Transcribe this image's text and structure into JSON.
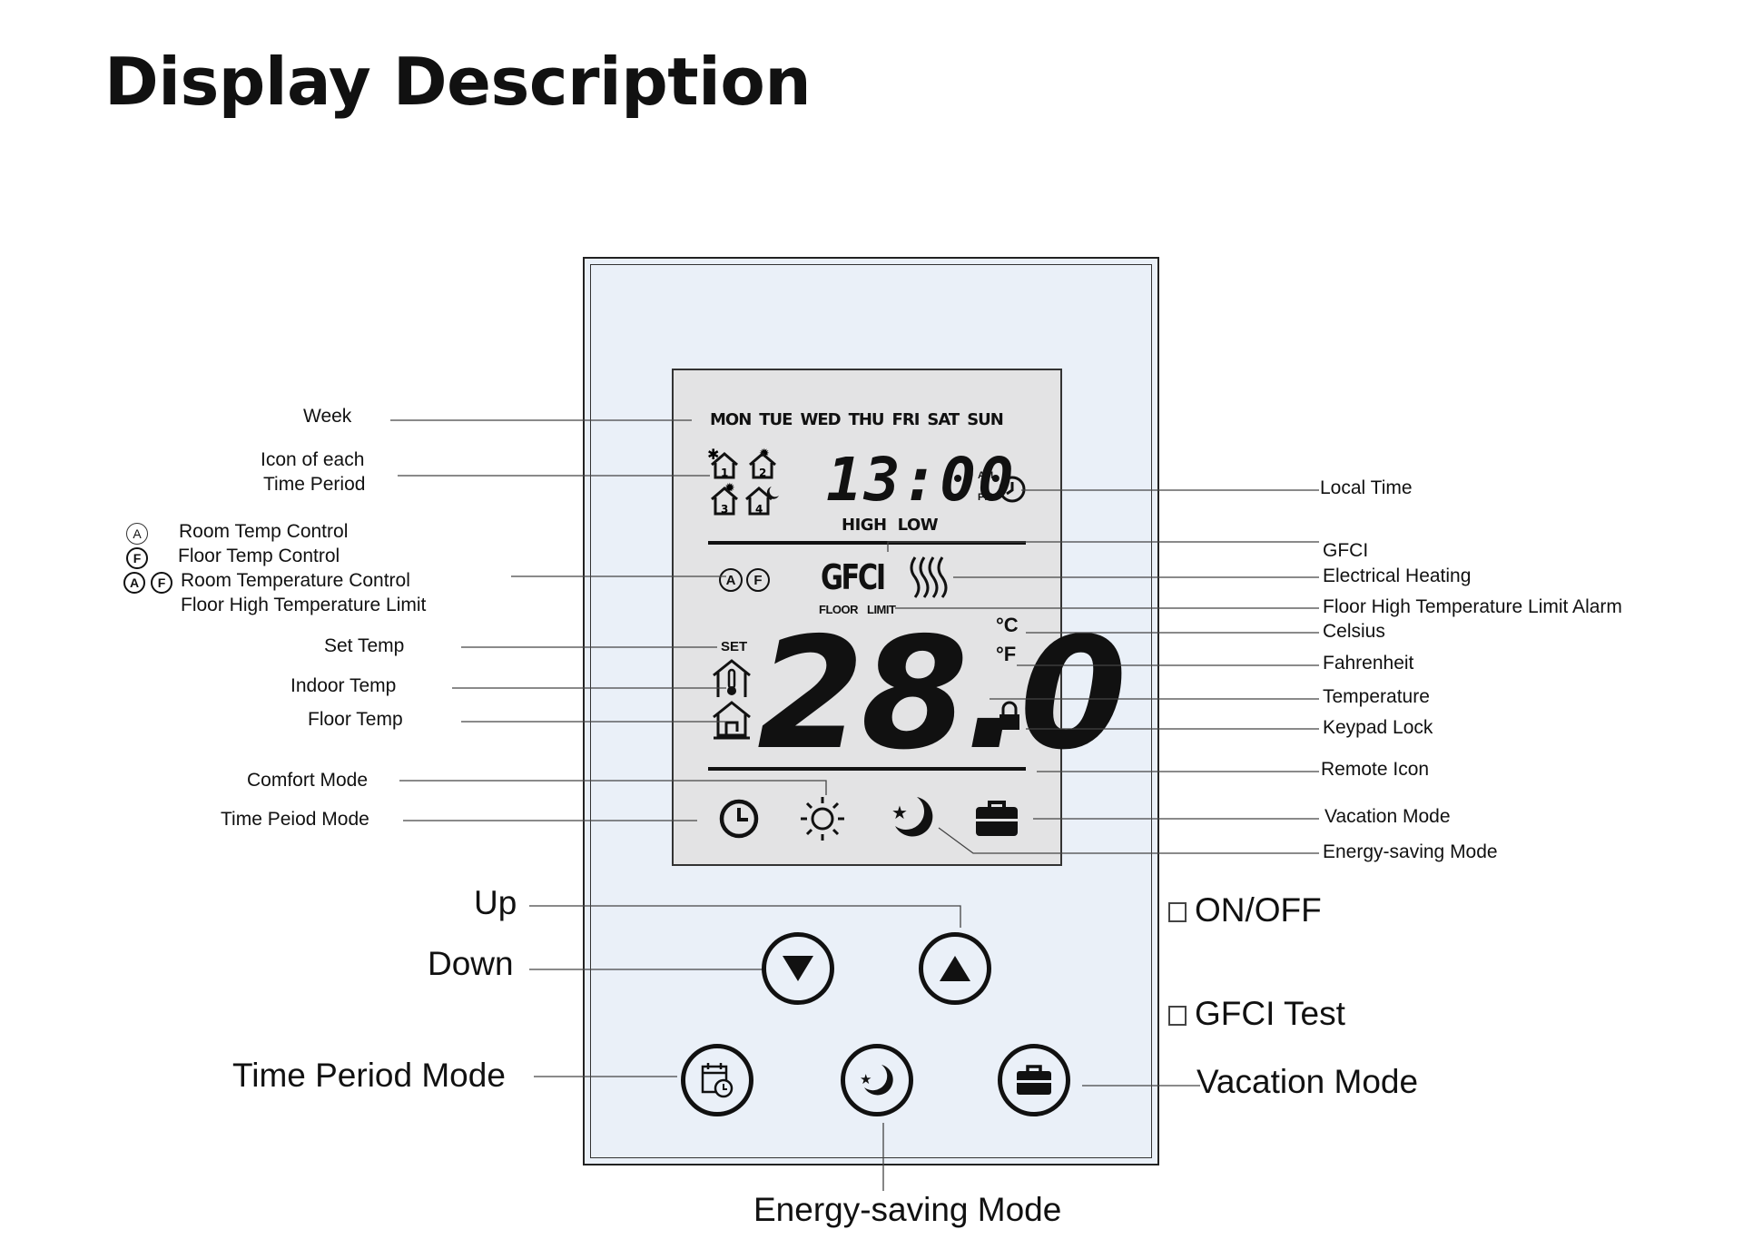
{
  "title": "Display Description",
  "lcd": {
    "week_days": [
      "MON",
      "TUE",
      "WED",
      "THU",
      "FRI",
      "SAT",
      "SUN"
    ],
    "time": "13:00",
    "am": "AM",
    "pm": "PM",
    "high": "HIGH",
    "low": "LOW",
    "circle_a": "A",
    "circle_f": "F",
    "gfci": "GFCI",
    "floor": "FLOOR",
    "limit": "LIMIT",
    "set": "SET",
    "temperature": "28.0",
    "celsius": "°C",
    "fahrenheit": "°F",
    "period_numbers": [
      "1",
      "2",
      "3",
      "4"
    ]
  },
  "left_labels": {
    "week": "Week",
    "icon_period_1": "Icon of each",
    "icon_period_2": "Time Period",
    "room_temp_control": "Room Temp Control",
    "floor_temp_control": "Floor Temp Control",
    "room_temperature_control": "Room Temperature Control",
    "floor_high_limit": "Floor High Temperature Limit",
    "set_temp": "Set Temp",
    "indoor_temp": "Indoor Temp",
    "floor_temp": "Floor Temp",
    "comfort_mode": "Comfort Mode",
    "time_period_mode": "Time Peiod Mode"
  },
  "right_labels": {
    "local_time": "Local Time",
    "gfci": "GFCI",
    "electrical_heating": "Electrical Heating",
    "floor_alarm": "Floor High Temperature Limit Alarm",
    "celsius": "Celsius",
    "fahrenheit": "Fahrenheit",
    "temperature": "Temperature",
    "keypad_lock": "Keypad Lock",
    "remote_icon": "Remote Icon",
    "vacation_mode": "Vacation Mode",
    "energy_saving_mode": "Energy-saving Mode"
  },
  "button_labels": {
    "up": "Up",
    "down": "Down",
    "on_off": "ON/OFF",
    "gfci_test": "GFCI Test",
    "time_period_mode": "Time Period Mode",
    "vacation_mode": "Vacation Mode",
    "energy_saving_mode": "Energy-saving Mode"
  },
  "colors": {
    "panel": "#eaf0f8",
    "lcd": "#e3e3e4",
    "ink": "#111111"
  }
}
